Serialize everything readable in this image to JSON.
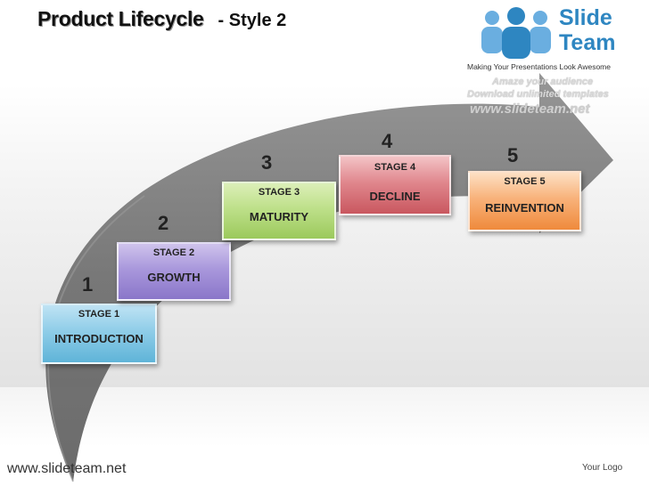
{
  "title": {
    "main": "Product",
    "main2": "Lifecycle",
    "style": "- Style 2"
  },
  "logo": {
    "word1": "Slide",
    "word2": "Team",
    "tagline": "Making Your Presentations Look Awesome",
    "line1": "Amaze your audience",
    "line2": "Download unlimited templates",
    "line3": "www.slideteam.net"
  },
  "stages": [
    {
      "number": "1",
      "label": "STAGE 1",
      "name": "INTRODUCTION",
      "color": "#8fcde8"
    },
    {
      "number": "2",
      "label": "STAGE 2",
      "name": "GROWTH",
      "color": "#a998dc"
    },
    {
      "number": "3",
      "label": "STAGE 3",
      "name": "MATURITY",
      "color": "#bee08a"
    },
    {
      "number": "4",
      "label": "STAGE 4",
      "name": "DECLINE",
      "color": "#e0878d"
    },
    {
      "number": "5",
      "label": "STAGE 5",
      "name": "REINVENTION",
      "color": "#f8b27a"
    }
  ],
  "footer": {
    "url": "www.slideteam.net",
    "logo_placeholder": "Your Logo"
  },
  "colors": {
    "arrow": "#6b6b6b",
    "brand": "#2e86c1"
  }
}
